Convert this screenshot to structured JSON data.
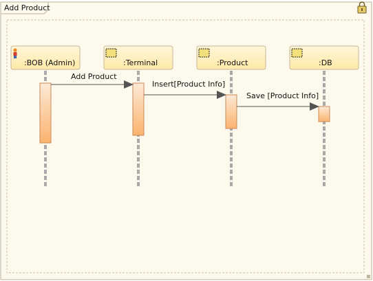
{
  "diagram": {
    "title": "Add Product",
    "lifelines": [
      {
        "id": "bob",
        "label": ":BOB (Admin)",
        "icon": "actor-icon"
      },
      {
        "id": "terminal",
        "label": ":Terminal",
        "icon": "class-icon"
      },
      {
        "id": "product",
        "label": ":Product",
        "icon": "class-icon"
      },
      {
        "id": "db",
        "label": ":DB",
        "icon": "class-icon"
      }
    ],
    "messages": [
      {
        "from": "bob",
        "to": "terminal",
        "label": "Add Product"
      },
      {
        "from": "terminal",
        "to": "product",
        "label": "Insert[Product Info]"
      },
      {
        "from": "product",
        "to": "db",
        "label": "Save [Product Info]"
      }
    ],
    "colors": {
      "frame_bg": "#fdf9ec",
      "lifeline_header": "#fff1c4",
      "activation_top": "#fde9d6",
      "activation_bottom": "#fbb36e",
      "lifeline_dash": "#a9a9a9",
      "message_line": "#555555"
    }
  }
}
